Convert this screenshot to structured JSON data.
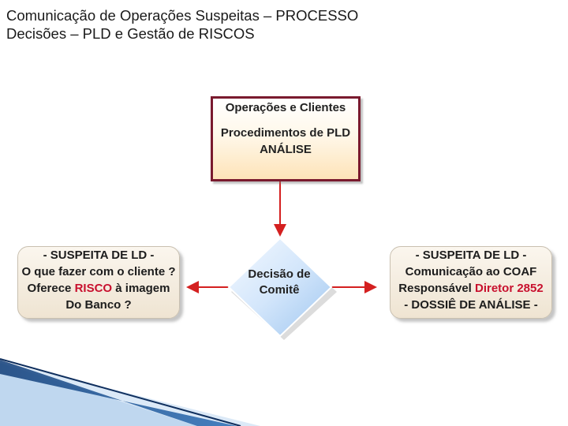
{
  "header": {
    "title_line1": "Comunicação de Operações Suspeitas – PROCESSO",
    "title_line2": "Decisões – PLD e Gestão de RISCOS"
  },
  "process_box": {
    "line1": "Operações e Clientes",
    "line2": "Procedimentos de PLD",
    "line3": "ANÁLISE",
    "border_color": "#7a1a2e"
  },
  "decision": {
    "line1": "Decisão de",
    "line2": "Comitê"
  },
  "left_box": {
    "heading": "- SUSPEITA DE LD -",
    "line1": "O que fazer com o cliente ?",
    "line2_prefix": "Oferece",
    "line2_highlight": "RISCO",
    "line2_suffix": "à imagem",
    "line3": "Do Banco ?"
  },
  "right_box": {
    "heading": "- SUSPEITA DE LD -",
    "line1": "Comunicação ao COAF",
    "line2_prefix": "Responsável",
    "line2_highlight": "Diretor 2852",
    "line3": "- DOSSIÊ DE ANÁLISE -"
  },
  "colors": {
    "accent_red": "#c8102e",
    "arrow_red": "#d42020",
    "decoration_blue": "#1a5aa0"
  }
}
